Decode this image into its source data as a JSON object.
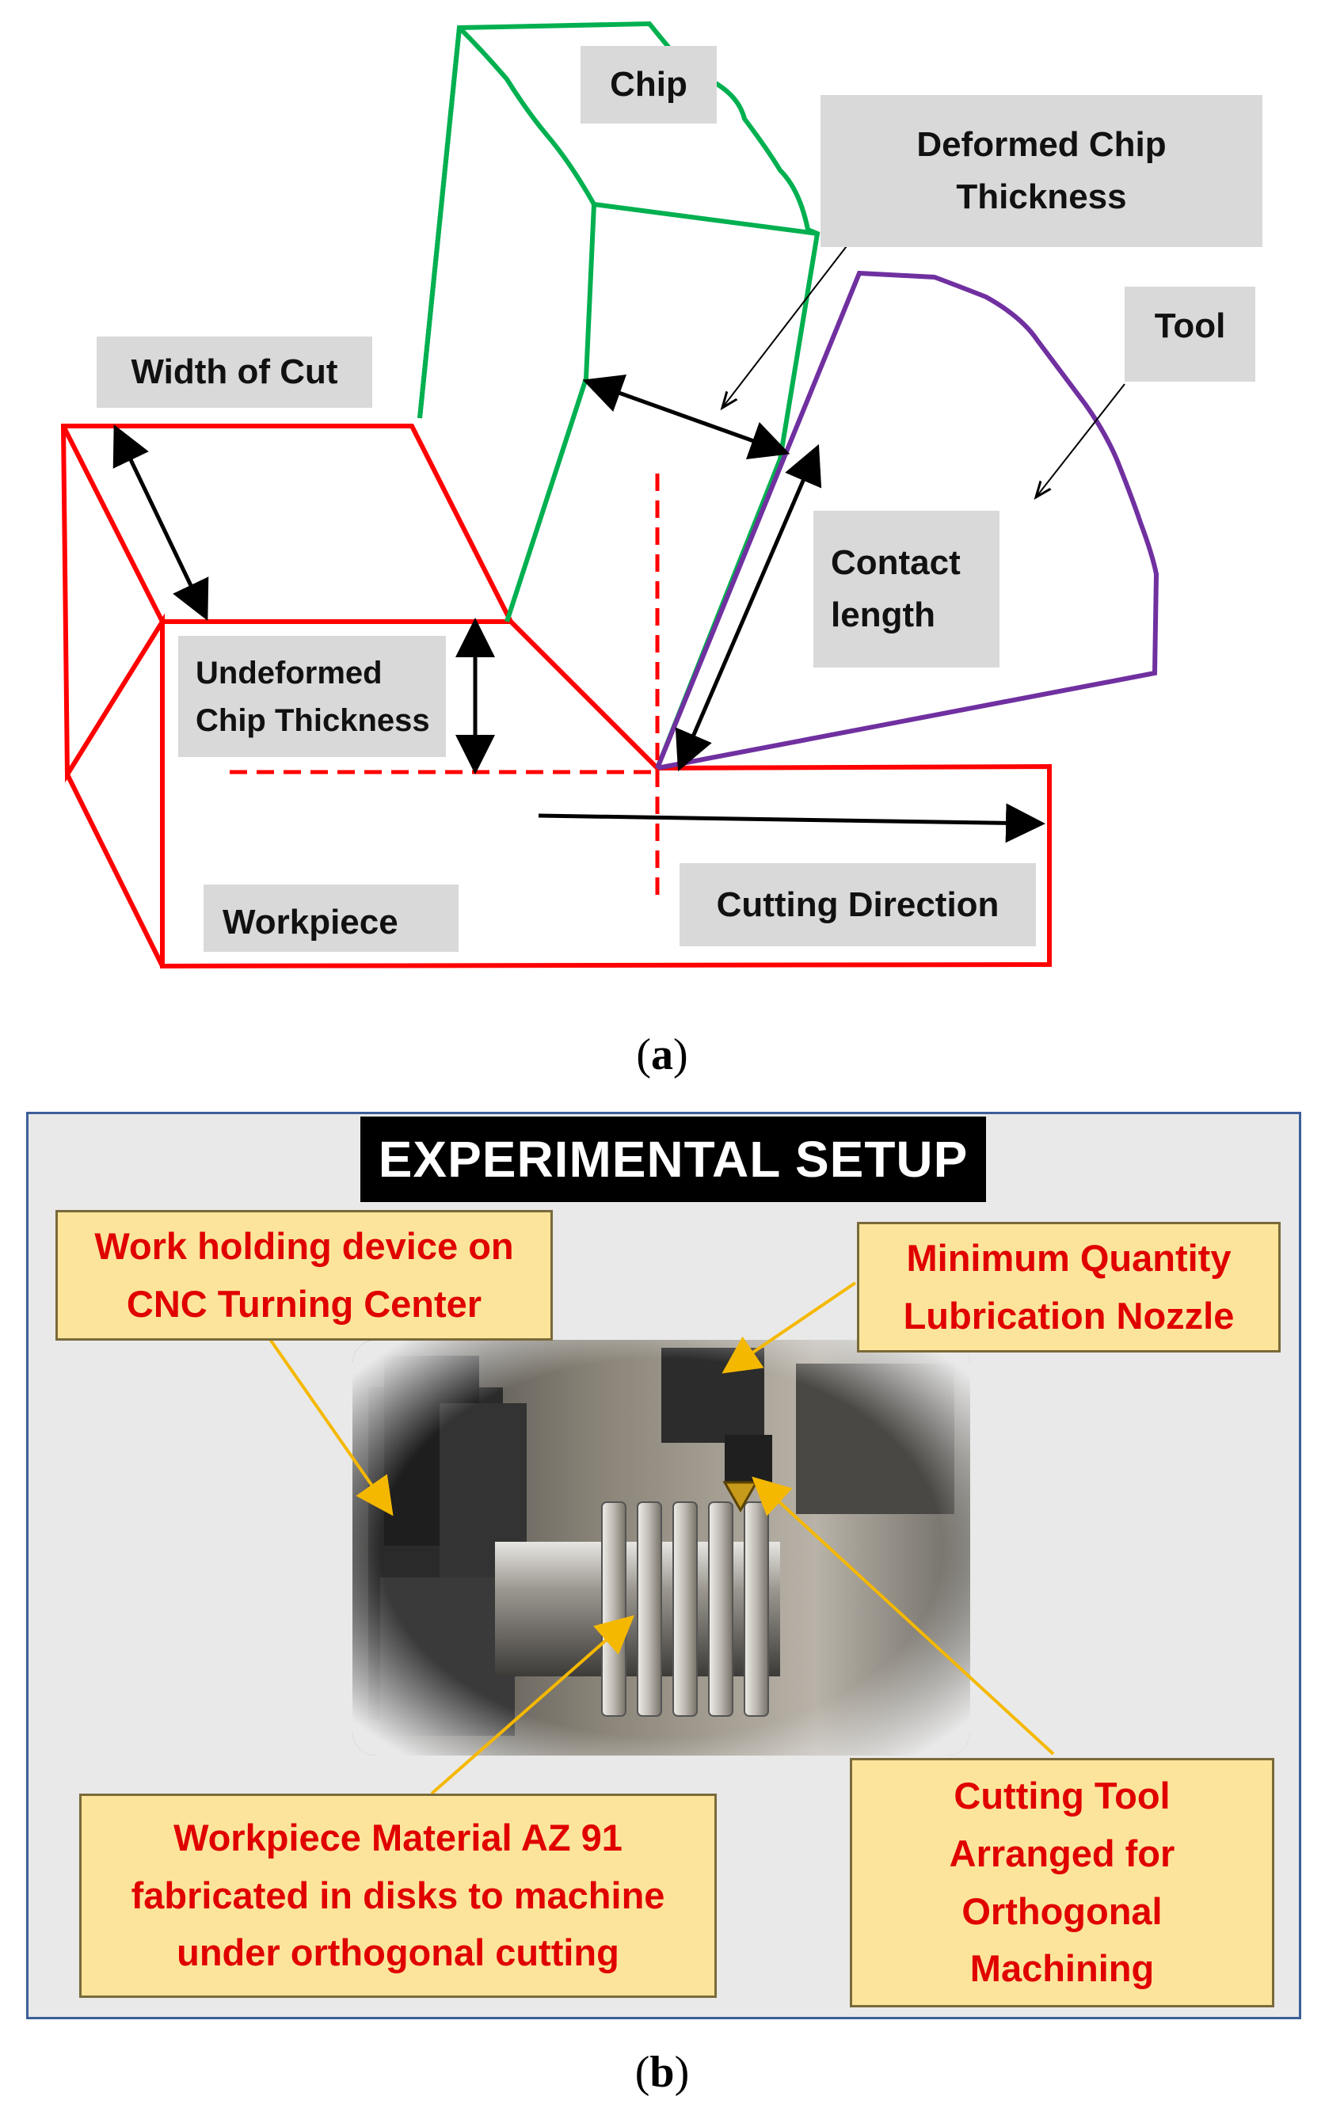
{
  "panel_a": {
    "labels": {
      "chip": "Chip",
      "deformed_chip_thickness": [
        "Deformed Chip",
        "Thickness"
      ],
      "tool": "Tool",
      "width_of_cut": "Width of Cut",
      "contact_length": [
        "Contact",
        "length"
      ],
      "undeformed_chip_thickness": [
        "Undeformed",
        "Chip Thickness"
      ],
      "workpiece": "Workpiece",
      "cutting_direction": "Cutting Direction"
    },
    "caption": "(a)"
  },
  "panel_b": {
    "title": "EXPERIMENTAL SETUP",
    "callouts": {
      "work_holding": [
        "Work holding device on",
        "CNC Turning Center"
      ],
      "mql_nozzle": [
        "Minimum Quantity",
        "Lubrication Nozzle"
      ],
      "workpiece_material": [
        "Workpiece Material AZ 91",
        "fabricated in disks to machine",
        "under orthogonal cutting"
      ],
      "cutting_tool": [
        "Cutting Tool",
        "Arranged for",
        "Orthogonal",
        "Machining"
      ]
    },
    "caption": "(b)"
  },
  "colors": {
    "workpiece": "#ff0000",
    "chip": "#00b050",
    "tool": "#7030a0",
    "label_bg": "#d9d9d9",
    "callout_bg": "#fce59b",
    "callout_text": "#e00000",
    "leader": "#f5b800",
    "panel_border": "#3b5f99"
  }
}
